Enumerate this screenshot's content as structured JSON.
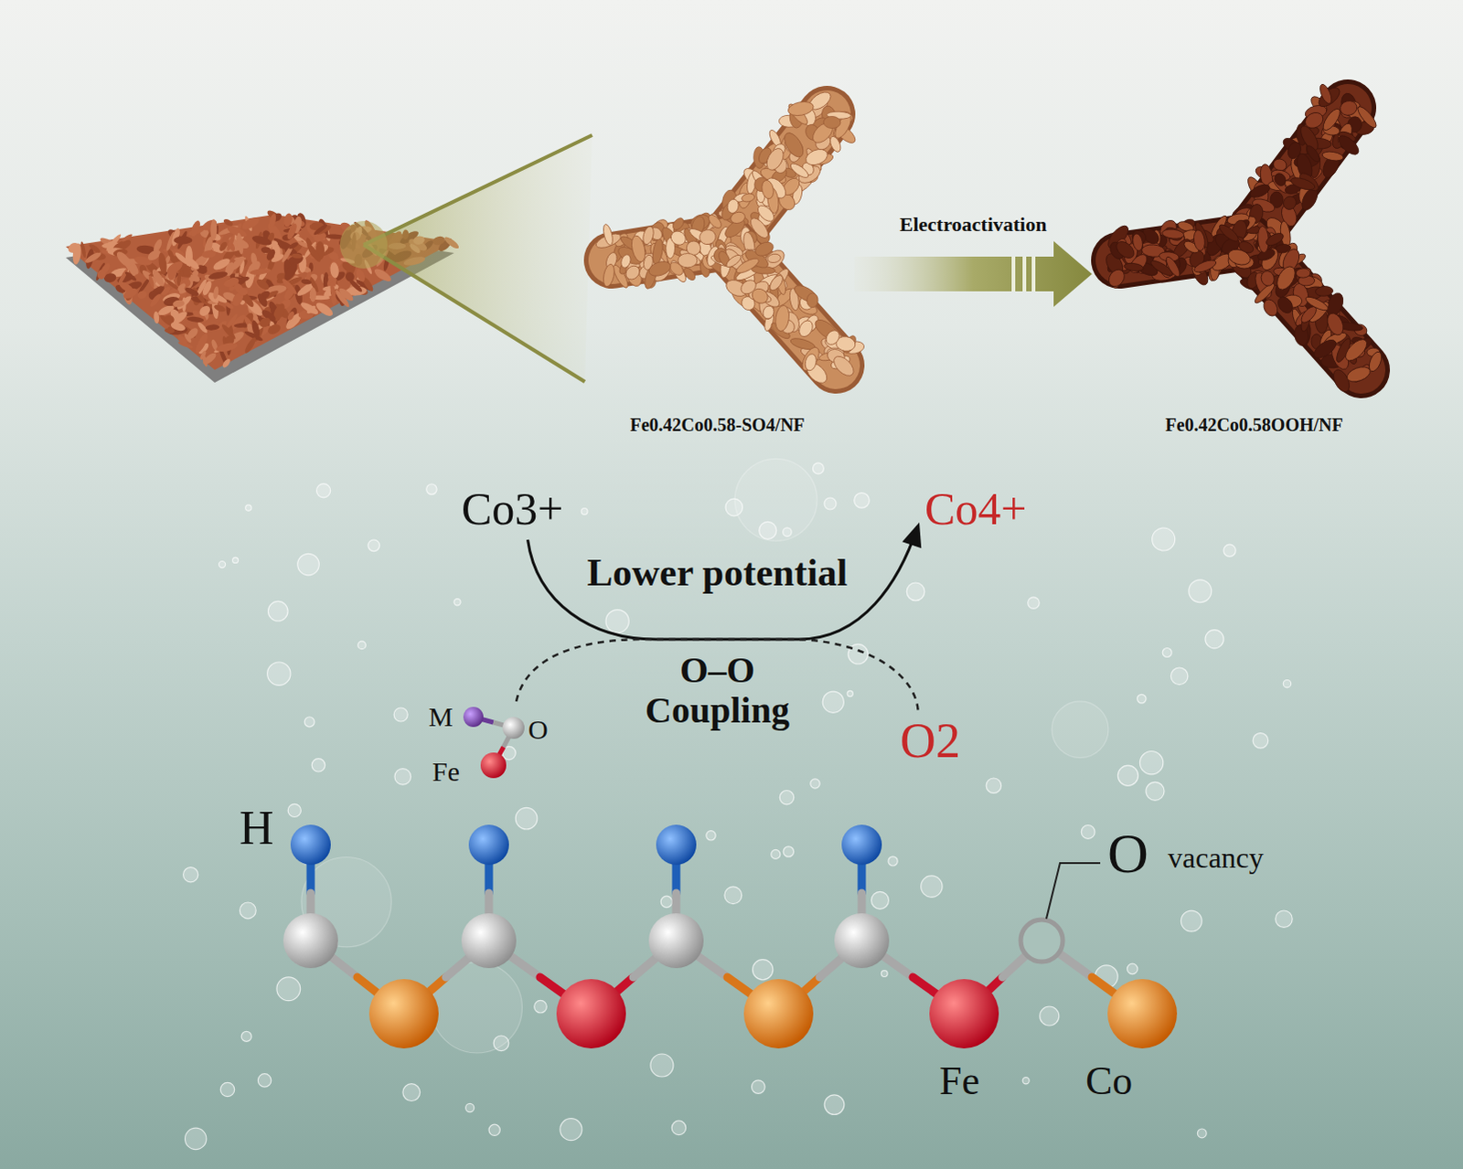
{
  "diagram": {
    "nodes": [
      {
        "text": [
          "Fe0.42Co0.58-SO4/NF"
        ]
      },
      {
        "text": [
          "Fe0.42Co0.58OOH/NF"
        ]
      },
      {
        "text": [
          "Co3+"
        ]
      },
      {
        "text": [
          "Co4+"
        ]
      },
      {
        "text": [
          "M",
          "O",
          "Fe"
        ]
      },
      {
        "text": [
          "O2"
        ]
      }
    ],
    "edges": [
      {
        "from": 0,
        "to": 1,
        "arrow": "to",
        "label": "Electroactivation"
      },
      {
        "from": 2,
        "to": 3,
        "arrow": "to",
        "label": "Lower potential"
      },
      {
        "from": 4,
        "to": 5,
        "arrow": "none",
        "label": "O–O Coupling"
      }
    ],
    "labels": [
      "H",
      "O",
      "vacancy",
      "Fe",
      "Co"
    ]
  }
}
